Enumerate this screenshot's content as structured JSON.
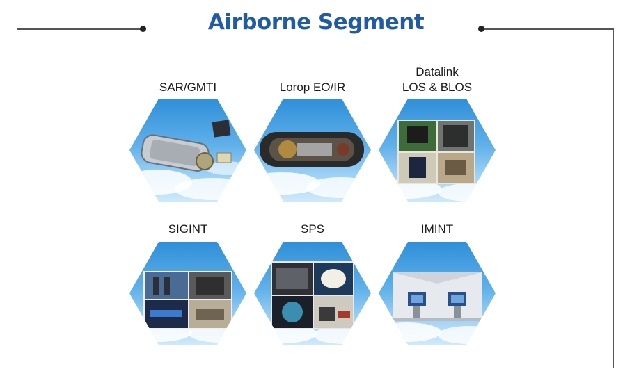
{
  "header": {
    "title": "Airborne Segment"
  },
  "segments": [
    {
      "label": "SAR/GMTI"
    },
    {
      "label": "Lorop EO/IR"
    },
    {
      "label": "Datalink",
      "label_line2": "LOS & BLOS"
    },
    {
      "label": "SIGINT"
    },
    {
      "label": "SPS"
    },
    {
      "label": "IMINT"
    }
  ],
  "colors": {
    "title": "#1f5ba6",
    "sky_top": "#2f8fd8",
    "sky_bottom": "#cfe9fb",
    "frame": "#555555"
  }
}
